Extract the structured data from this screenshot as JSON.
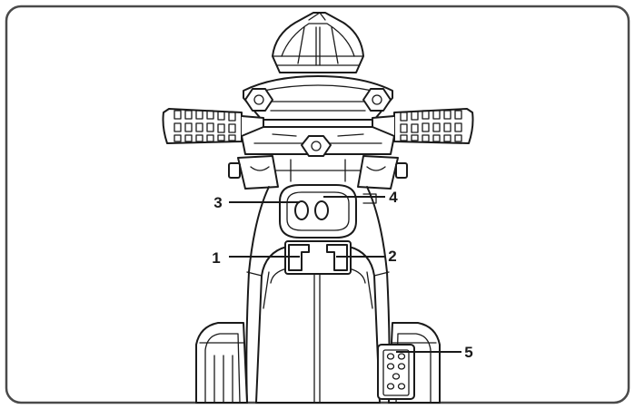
{
  "callouts": [
    {
      "id": "1",
      "label": "1"
    },
    {
      "id": "2",
      "label": "2"
    },
    {
      "id": "3",
      "label": "3"
    },
    {
      "id": "4",
      "label": "4"
    },
    {
      "id": "5",
      "label": "5"
    }
  ],
  "colors": {
    "line": "#1a1a1a",
    "frame": "#4a4a4a",
    "fill": "#ffffff"
  }
}
